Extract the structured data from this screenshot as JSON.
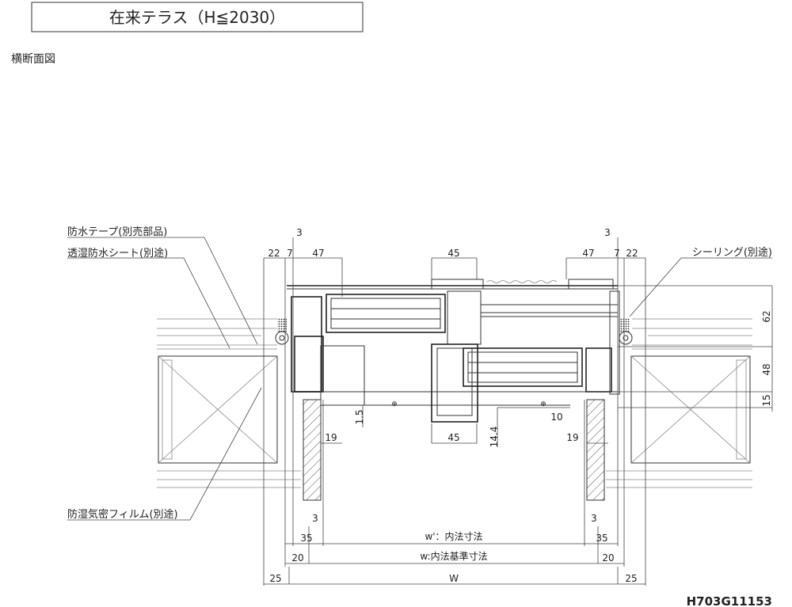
{
  "title": "在来テラス（H≦2030）",
  "subtitle": "横断面図",
  "labels": {
    "waterproof_tape": "防水テープ(別売部品)",
    "breathable_sheet": "透湿防水シート(別途)",
    "sealing": "シーリング(別途)",
    "vapor_film": "防湿気密フィルム(別途)"
  },
  "dims": {
    "top_left": [
      "3",
      "22",
      "7",
      "47"
    ],
    "top_center": "45",
    "top_right": [
      "3",
      "47",
      "7",
      "22"
    ],
    "right_vertical": [
      "62",
      "48",
      "15"
    ],
    "mid": {
      "d1_5": "1.5",
      "d14_4": "14.4",
      "d10": "10",
      "d19_left": "19",
      "d45": "45",
      "d19_right": "19"
    },
    "bottom": {
      "three_left": "3",
      "three_right": "3",
      "d35_left": "35",
      "d35_right": "35",
      "w_prime": "w'：内法寸法",
      "d20_left": "20",
      "d20_right": "20",
      "w": "w:内法基準寸法",
      "d25_left": "25",
      "d25_right": "25",
      "W": "W"
    }
  },
  "drawing_code": "H703G11153"
}
